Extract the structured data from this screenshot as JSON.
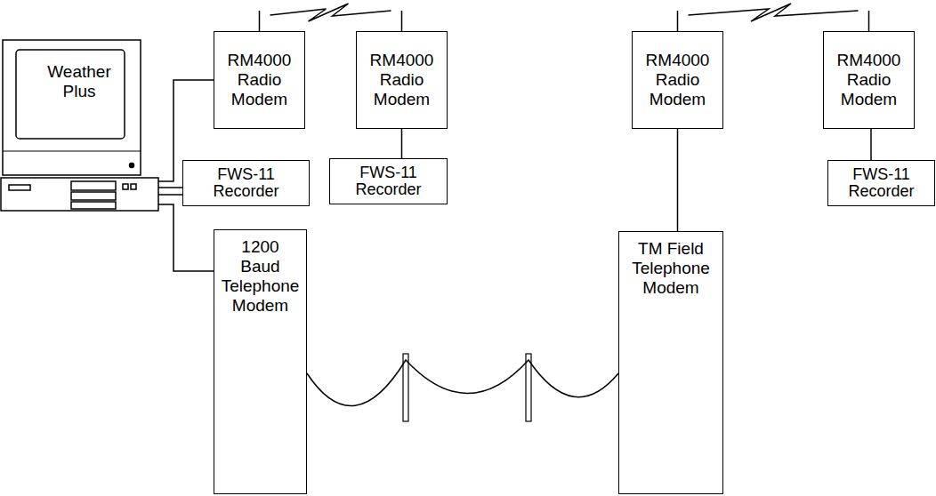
{
  "diagram": {
    "nodes": [
      {
        "text": [
          "Weather Plus"
        ]
      },
      {
        "text": [
          "RM4000 Radio Modem"
        ]
      },
      {
        "text": [
          "RM4000 Radio Modem"
        ]
      },
      {
        "text": [
          "RM4000 Radio Modem"
        ]
      },
      {
        "text": [
          "RM4000 Radio Modem"
        ]
      },
      {
        "text": [
          "FWS-11 Recorder"
        ]
      },
      {
        "text": [
          "FWS-11 Recorder"
        ]
      },
      {
        "text": [
          "FWS-11 Recorder"
        ]
      },
      {
        "text": [
          "1200 Baud Telephone Modem"
        ]
      },
      {
        "text": [
          "TM Field Telephone Modem"
        ]
      }
    ],
    "edges": [
      {
        "from": 0,
        "to": 1,
        "arrow": "none"
      },
      {
        "from": 0,
        "to": 5,
        "arrow": "none"
      },
      {
        "from": 0,
        "to": 8,
        "arrow": "none"
      },
      {
        "from": 2,
        "to": 6,
        "arrow": "none"
      },
      {
        "from": 3,
        "to": 9,
        "arrow": "none"
      },
      {
        "from": 4,
        "to": 7,
        "arrow": "none"
      },
      {
        "from": 1,
        "to": 2,
        "arrow": "none"
      },
      {
        "from": 3,
        "to": 4,
        "arrow": "none"
      },
      {
        "from": 8,
        "to": 9,
        "arrow": "none"
      }
    ]
  }
}
